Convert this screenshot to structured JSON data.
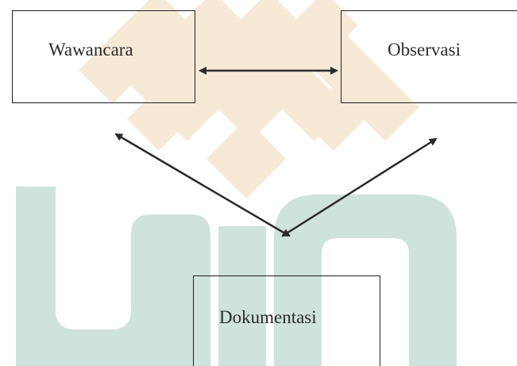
{
  "nodes": {
    "wawancara": {
      "label": "Wawancara"
    },
    "observasi": {
      "label": "Observasi"
    },
    "dokumentasi": {
      "label": "Dokumentasi"
    }
  },
  "edges": [
    {
      "from": "wawancara",
      "to": "observasi",
      "direction": "both"
    },
    {
      "from": "wawancara",
      "to": "dokumentasi",
      "direction": "both"
    },
    {
      "from": "dokumentasi",
      "to": "observasi",
      "direction": "both"
    }
  ],
  "colors": {
    "watermark_gold": "#f6ead7",
    "watermark_green": "#cfe3de",
    "box_border": "#1e1e1e",
    "arrow": "#2a2a2a",
    "text": "#2b2b2b"
  }
}
